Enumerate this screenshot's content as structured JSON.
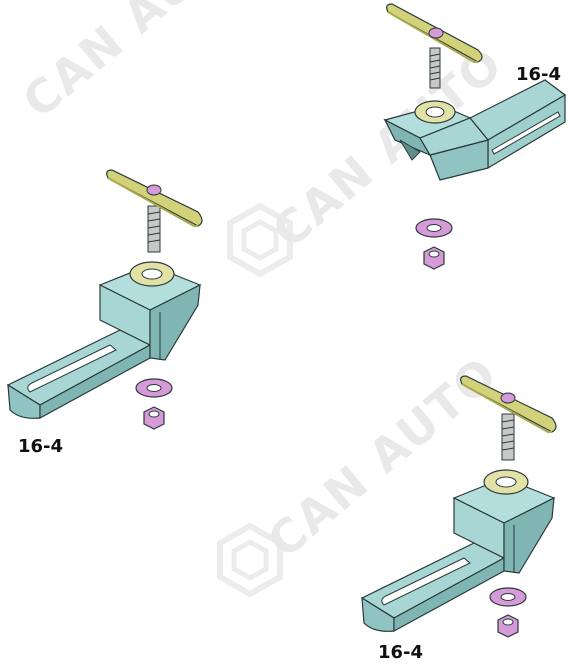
{
  "watermark": "CAN AUTO",
  "assemblies": [
    {
      "id": "top-right",
      "label": "16-4"
    },
    {
      "id": "left",
      "label": "16-4"
    },
    {
      "id": "bottom-right",
      "label": "16-4"
    }
  ],
  "colors": {
    "bracket": "#a8d6d4",
    "bracket_dark": "#7fb6b4",
    "tbolt": "#d2d27a",
    "tbolt_dark": "#a9a94d",
    "thread": "#c8c8c8",
    "washer": "#d79ad9",
    "lockwasher": "#e3e2a6",
    "outline": "#2a3a3a"
  }
}
